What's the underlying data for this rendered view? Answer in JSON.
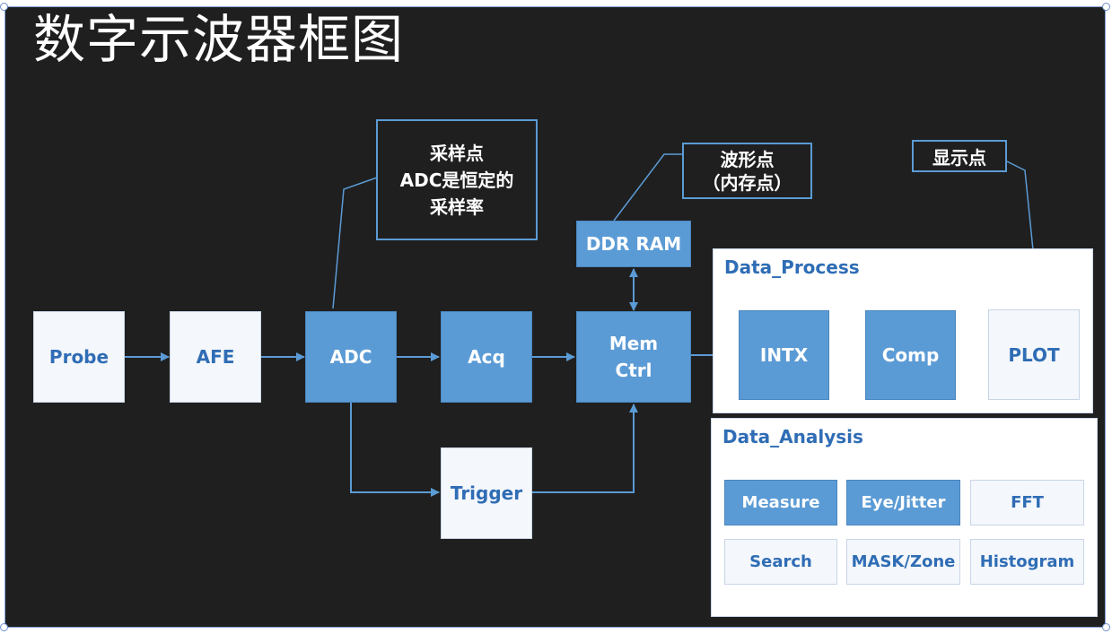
{
  "title": "数字示波器框图",
  "colors": {
    "background": "#1f1f1f",
    "accent_blue": "#5b9bd5",
    "text_blue": "#2f6db5"
  },
  "notes": {
    "adc_note": "采样点\nADC是恒定的\n采样率",
    "ram_note": "波形点\n（内存点）",
    "plot_note": "显示点"
  },
  "blocks": {
    "probe": "Probe",
    "afe": "AFE",
    "adc": "ADC",
    "acq": "Acq",
    "mem_ctrl": "Mem\nCtrl",
    "ddr_ram": "DDR RAM",
    "trigger": "Trigger"
  },
  "data_process": {
    "title": "Data_Process",
    "blocks": [
      "INTX",
      "Comp",
      "PLOT"
    ]
  },
  "data_analysis": {
    "title": "Data_Analysis",
    "blocks": [
      "Measure",
      "Eye/Jitter",
      "FFT",
      "Search",
      "MASK/Zone",
      "Histogram"
    ]
  }
}
